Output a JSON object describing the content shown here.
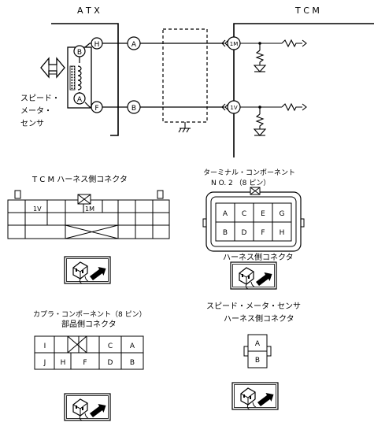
{
  "schematic": {
    "atx_label": "A T X",
    "tcm_label": "T C M",
    "sensor_label_lines": [
      "スピード・",
      "メータ・",
      "センサ"
    ],
    "sensor_pins": {
      "top": "B",
      "bottom": "A"
    },
    "atx_terminals": [
      "H",
      "F"
    ],
    "tcm_line_pins": [
      "A",
      "B"
    ],
    "tcm_terminals": [
      "1M",
      "1V"
    ]
  },
  "connectors": {
    "tcm_harness": {
      "title": "T C M  ハーネス側コネクタ",
      "labels": [
        "1V",
        "1M"
      ]
    },
    "terminal_component": {
      "title_lines": [
        "ターミナル・コンポーネント",
        "N O. 2 （8 ピン）"
      ],
      "top_row": [
        "A",
        "C",
        "E",
        "G"
      ],
      "bottom_row": [
        "B",
        "D",
        "F",
        "H"
      ],
      "caption": "ハーネス側コネクタ"
    },
    "coupler_component": {
      "title_lines": [
        "カプラ・コンポーネント（8 ピン）",
        "部品側コネクタ"
      ],
      "top_row": [
        "I",
        "",
        "C",
        "A"
      ],
      "bottom_row": [
        "J",
        "H",
        "F",
        "D",
        "B"
      ]
    },
    "speed_sensor": {
      "title_lines": [
        "スピード・メータ・センサ",
        "ハーネス側コネクタ"
      ],
      "pins": [
        "A",
        "B"
      ]
    }
  },
  "probe_icon": "connector-probe-icon"
}
